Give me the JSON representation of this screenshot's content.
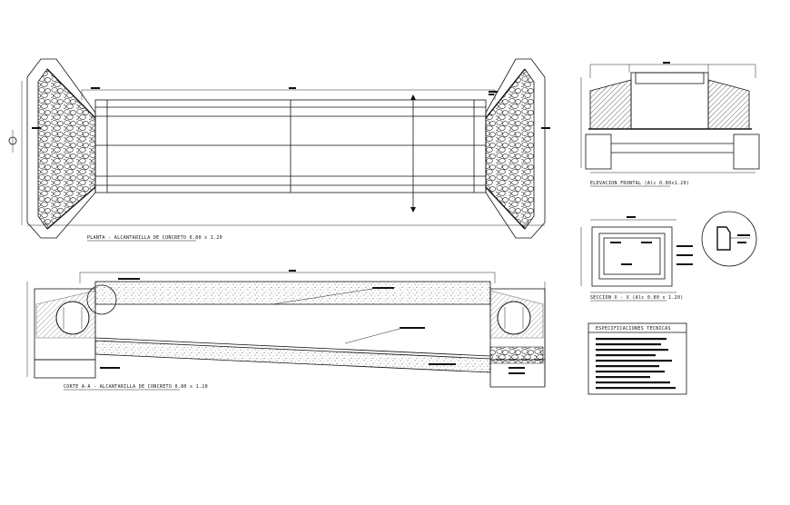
{
  "drawing": {
    "plan_label": "PLANTA - ALCANTARILLA DE CONCRETO 0.80 x 1.20",
    "front_elevation_label": "ELEVACION FRONTAL (Alc 0.80x1.20)",
    "section_xx_label": "SECCION X - X (Alc 0.80 x 1.20)",
    "section_aa_label": "CORTE A-A - ALCANTARILLA DE CONCRETO 0.80 x 1.20",
    "specs_title": "ESPECIFICACIONES TECNICAS"
  }
}
